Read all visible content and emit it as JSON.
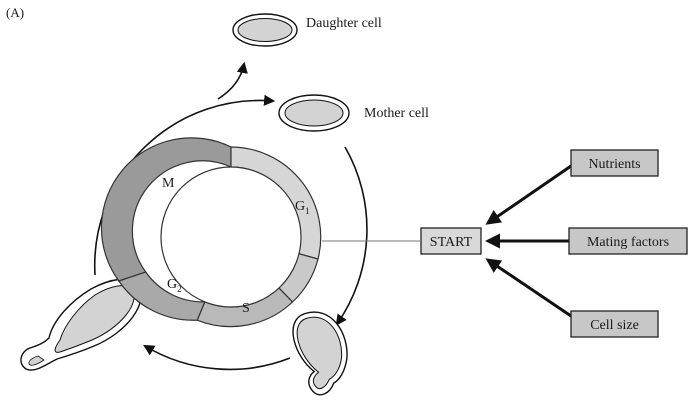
{
  "panel_label": "(A)",
  "cells": {
    "daughter": "Daughter cell",
    "mother": "Mother cell"
  },
  "phases": {
    "m": "M",
    "g1": {
      "letter": "G",
      "sub": "1"
    },
    "g2": {
      "letter": "G",
      "sub": "2"
    },
    "s": "S"
  },
  "start_label": "START",
  "inputs": [
    {
      "label": "Nutrients"
    },
    {
      "label": "Mating factors"
    },
    {
      "label": "Cell size"
    }
  ],
  "colors": {
    "ring_dark": "#9a9a9a",
    "ring_mid": "#b9b9b9",
    "ring_light": "#d6d6d6",
    "cell_fill": "#d3d3d3",
    "box_fill": "#c7c7c7"
  }
}
